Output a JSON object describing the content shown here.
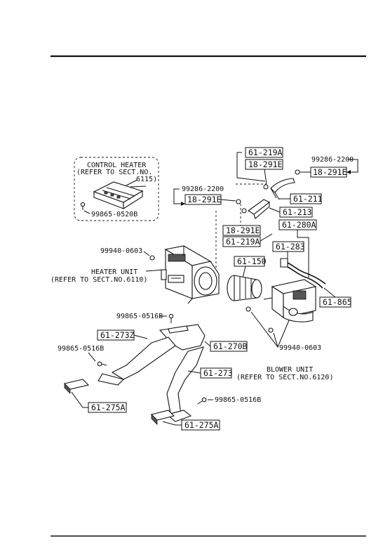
{
  "labels": {
    "control_heater_line1": "CONTROL HEATER",
    "control_heater_line2": "(REFER TO SECT.NO.",
    "control_heater_line3": "6115)",
    "bolt_control": "99865-0520B",
    "clip_left": "99940-0603",
    "heater_unit_line1": "HEATER UNIT",
    "heater_unit_line2": "(REFER TO SECT.NO.6110)",
    "bolt_top": "99865-0516B",
    "bolt_left": "99865-0516B",
    "bolt_right": "99865-0516B",
    "screw_left": "99286-2200",
    "screw_right": "99286-2200",
    "clip_right": "99940-0603",
    "blower_unit_line1": "BLOWER UNIT",
    "blower_unit_line2": "(REFER TO SECT.NO.6120)"
  },
  "part_boxes": {
    "p_61_219a_top": "61-219A",
    "p_18_291e_top": "18-291E",
    "p_18_291e_right": "18-291E",
    "p_61_211": "61-211",
    "p_18_291e_left": "18-291E",
    "p_61_213": "61-213",
    "p_61_280a": "61-280A",
    "p_18_291e_mid": "18-291E",
    "p_61_219a_mid": "61-219A",
    "p_61_283": "61-283",
    "p_61_150": "61-150",
    "p_61_865": "61-865",
    "p_61_273z": "61-273Z",
    "p_61_270b": "61-270B",
    "p_61_273": "61-273",
    "p_61_275a_left": "61-275A",
    "p_61_275a_bottom": "61-275A"
  }
}
